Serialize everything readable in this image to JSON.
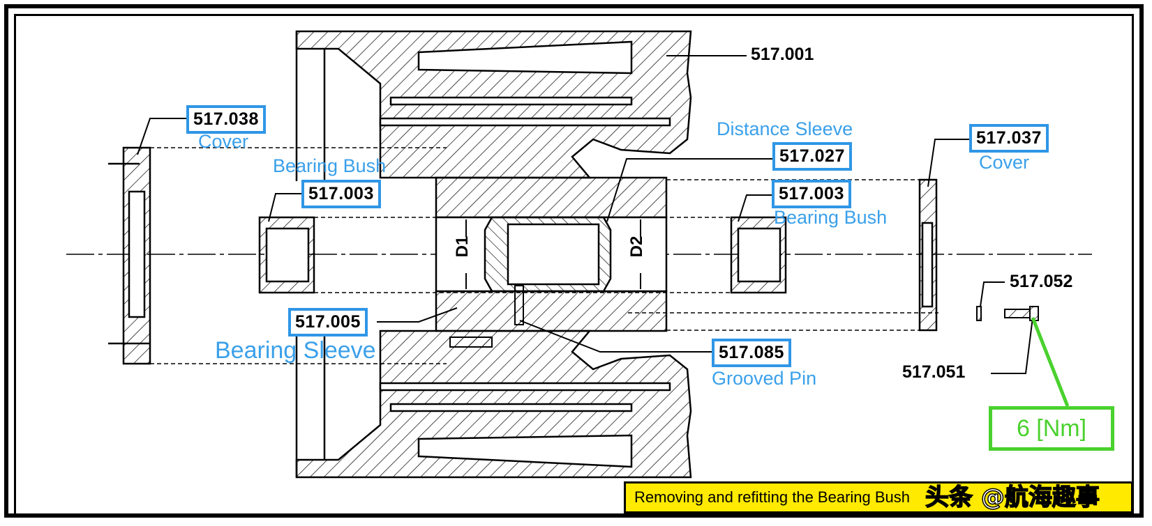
{
  "part_labels": {
    "p001": "517.001",
    "p038": "517.038",
    "p037": "517.037",
    "p027": "517.027",
    "p003_left": "517.003",
    "p003_right": "517.003",
    "p005": "517.005",
    "p085": "517.085",
    "p052": "517.052",
    "p051": "517.051"
  },
  "names": {
    "cover_left": "Cover",
    "cover_right": "Cover",
    "bearing_bush_left": "Bearing Bush",
    "bearing_bush_right": "Bearing Bush",
    "distance_sleeve": "Distance Sleeve",
    "bearing_sleeve": "Bearing Sleeve",
    "grooved_pin": "Grooved Pin"
  },
  "dimensions": {
    "d1": "D1",
    "d2": "D2"
  },
  "torque": "6  [Nm]",
  "banner": "Removing and refitting the Bearing Bush",
  "watermark": "头条 @航海趣事",
  "colors": {
    "highlight_blue": "#2f96e6",
    "torque_green": "#4ad12e",
    "banner_yellow": "#ffea00"
  }
}
